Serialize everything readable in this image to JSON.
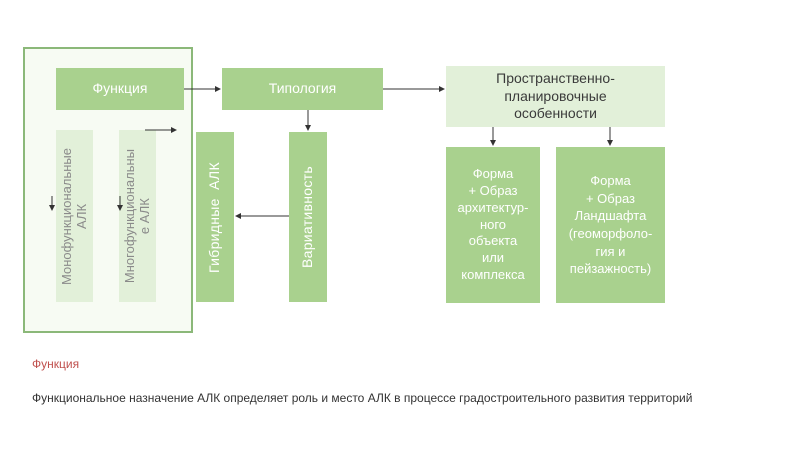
{
  "diagram": {
    "nodes": {
      "function": "Функция",
      "typology": "Типология",
      "spatial": "Пространственно-\nпланировочные\nособенности",
      "mono": "Монофункциональные\nАЛК",
      "multi": "Многофункциональны\nе АЛК",
      "hybrid": "Гибридные  АЛК",
      "variability": "Вариативность",
      "form_arch": "Форма\n+ Образ\nархитектур-\nного\nобъекта\nили\nкомплекса",
      "form_land": "Форма\n+ Образ\nЛандшафта\n(геоморфоло-\nгия и\nпейзажность)"
    }
  },
  "caption": {
    "title": "Функция",
    "text": "Функциональное назначение АЛК  определяет роль и место АЛК в процессе градостроительного развития территорий"
  },
  "colors": {
    "dark_green": "#a9d18e",
    "light_green": "#e2f0d9",
    "frame_border": "#8bb879",
    "caption_title": "#c0504d"
  }
}
